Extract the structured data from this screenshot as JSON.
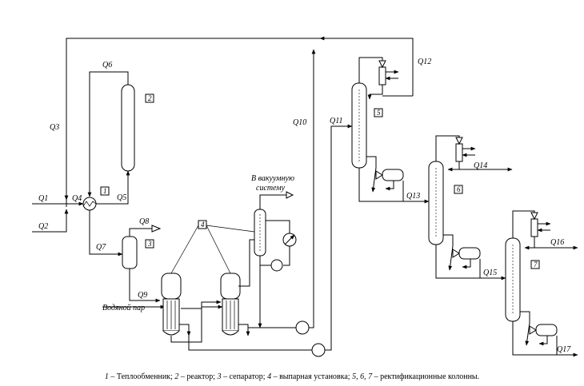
{
  "streams": {
    "q1": "Q1",
    "q2": "Q2",
    "q3": "Q3",
    "q4": "Q4",
    "q5": "Q5",
    "q6": "Q6",
    "q7": "Q7",
    "q8": "Q8",
    "q9": "Q9",
    "q10": "Q10",
    "q11": "Q11",
    "q12": "Q12",
    "q13": "Q13",
    "q14": "Q14",
    "q15": "Q15",
    "q16": "Q16",
    "q17": "Q17"
  },
  "equipment_numbers": {
    "n1": "1",
    "n2": "2",
    "n3": "3",
    "n4": "4",
    "n5": "5",
    "n6": "6",
    "n7": "7"
  },
  "labels": {
    "vacuum_line1": "В вакуумную",
    "vacuum_line2": "систему",
    "steam": "Водяной пар"
  },
  "caption": {
    "n1": "1",
    "t1": " – Теплообменник; ",
    "n2": "2",
    "t2": " – реактор; ",
    "n3": "3",
    "t3": " – сепаратор; ",
    "n4": "4",
    "t4": " – выпарная установка; ",
    "n567": "5, 6, 7",
    "t5": " – ректификационные колонны."
  }
}
